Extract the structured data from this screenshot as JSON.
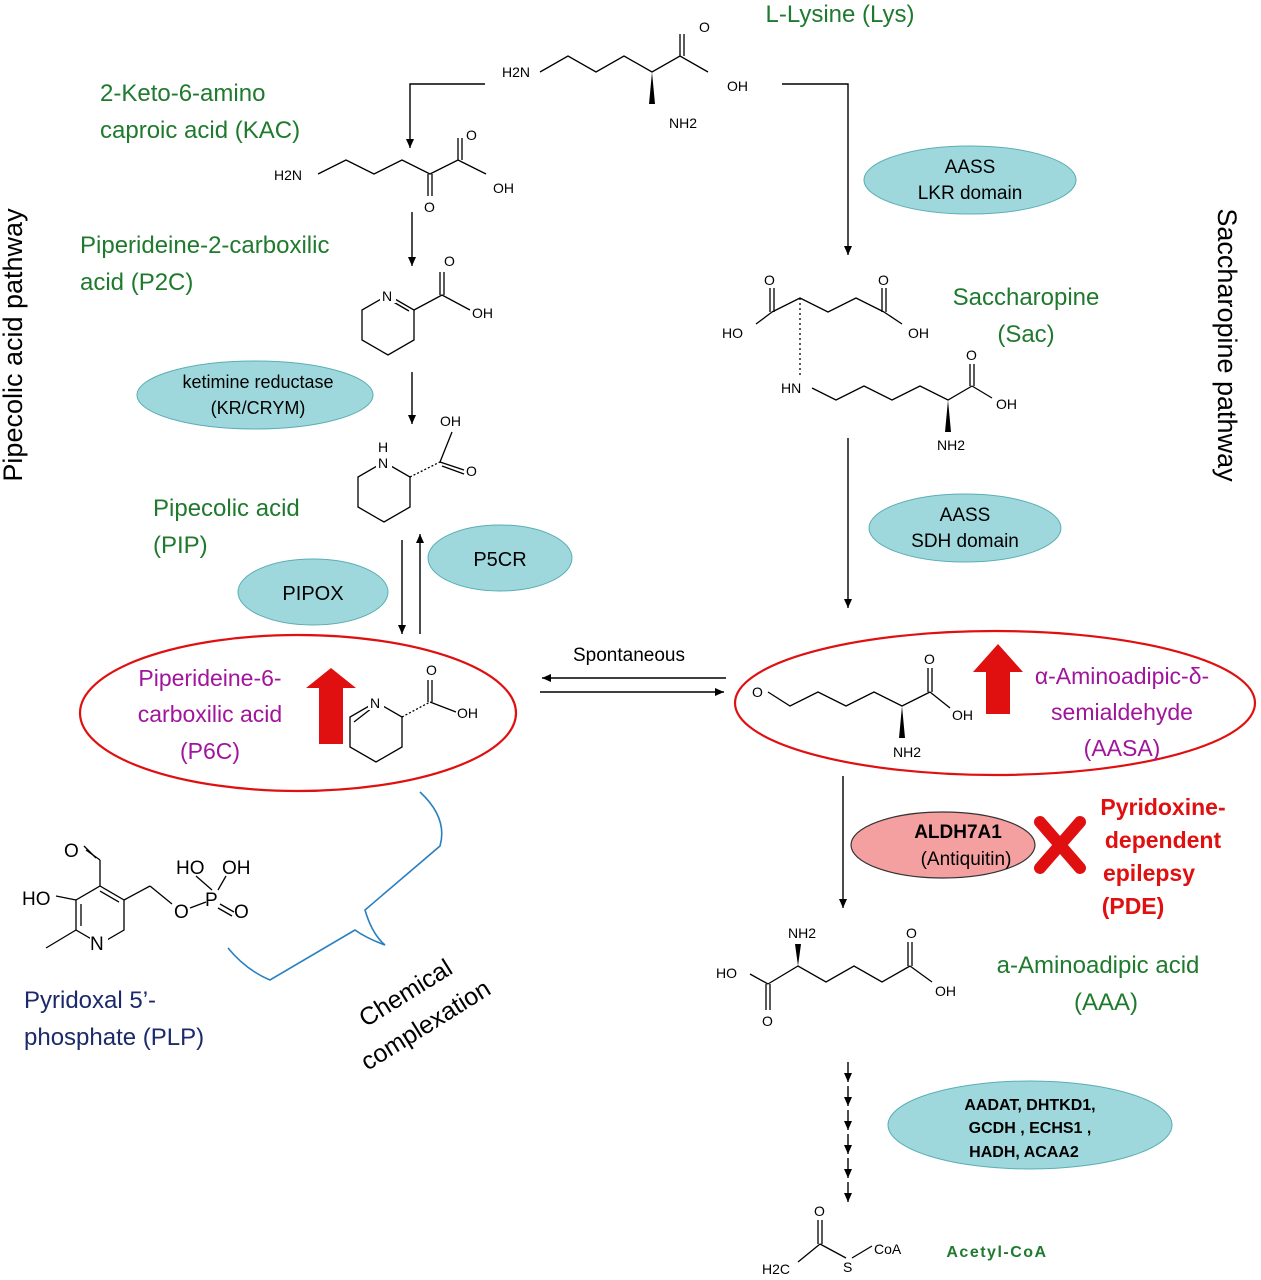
{
  "side_labels": {
    "left": "Pipecolic acid pathway",
    "right": "Saccharopine pathway"
  },
  "compounds": {
    "lysine": "L-Lysine (Lys)",
    "kac_line1": "2-Keto-6-amino",
    "kac_line2": "caproic acid (KAC)",
    "p2c_line1": "Piperideine-2-carboxilic",
    "p2c_line2": "acid (P2C)",
    "pip_line1": "Pipecolic acid",
    "pip_line2": "(PIP)",
    "p6c_line1": "Piperideine-6-",
    "p6c_line2": "carboxilic acid",
    "p6c_line3": "(P6C)",
    "sac_line1": "Saccharopine",
    "sac_line2": "(Sac)",
    "aasa_line1": "α-Aminoadipic-δ-",
    "aasa_line2": "semialdehyde",
    "aasa_line3": "(AASA)",
    "aaa_line1": "a-Aminoadipic acid",
    "aaa_line2": "(AAA)",
    "acetylcoa": "Acetyl-CoA",
    "plp_line1": "Pyridoxal 5’-",
    "plp_line2": "phosphate (PLP)"
  },
  "enzymes": {
    "aass_lkr_line1": "AASS",
    "aass_lkr_line2": "LKR domain",
    "aass_sdh_line1": "AASS",
    "aass_sdh_line2": "SDH domain",
    "kr_line1": "ketimine reductase",
    "kr_line2": "(KR/CRYM)",
    "p5cr": "P5CR",
    "pipox": "PIPOX",
    "aldh_line1": "ALDH7A1",
    "aldh_line2": "(Antiquitin)",
    "downstream_line1": "AADAT, DHTKD1,",
    "downstream_line2": "GCDH , ECHS1 ,",
    "downstream_line3": "HADH,   ACAA2"
  },
  "annotations": {
    "spontaneous": "Spontaneous",
    "complexation_line1": "Chemical",
    "complexation_line2": "complexation",
    "pde_line1": "Pyridoxine-",
    "pde_line2": "dependent",
    "pde_line3": "epilepsy",
    "pde_line4": "(PDE)"
  },
  "atoms": {
    "h2n": "H2N",
    "oh": "OH",
    "o": "O",
    "nh2": "NH2",
    "ho": "HO",
    "hn": "HN",
    "n": "N",
    "h": "H",
    "p": "P",
    "coa": "CoA",
    "s": "S",
    "h2c": "H2C"
  },
  "colors": {
    "pathway_green": "#1f7a2e",
    "highlight_magenta": "#a0159b",
    "plp_navy": "#1b2a6b",
    "enzyme_fill": "#9fd8dc",
    "aldh_fill": "#f4a0a0",
    "accent_red": "#e01010",
    "complexation_blue": "#2a7fc0"
  }
}
